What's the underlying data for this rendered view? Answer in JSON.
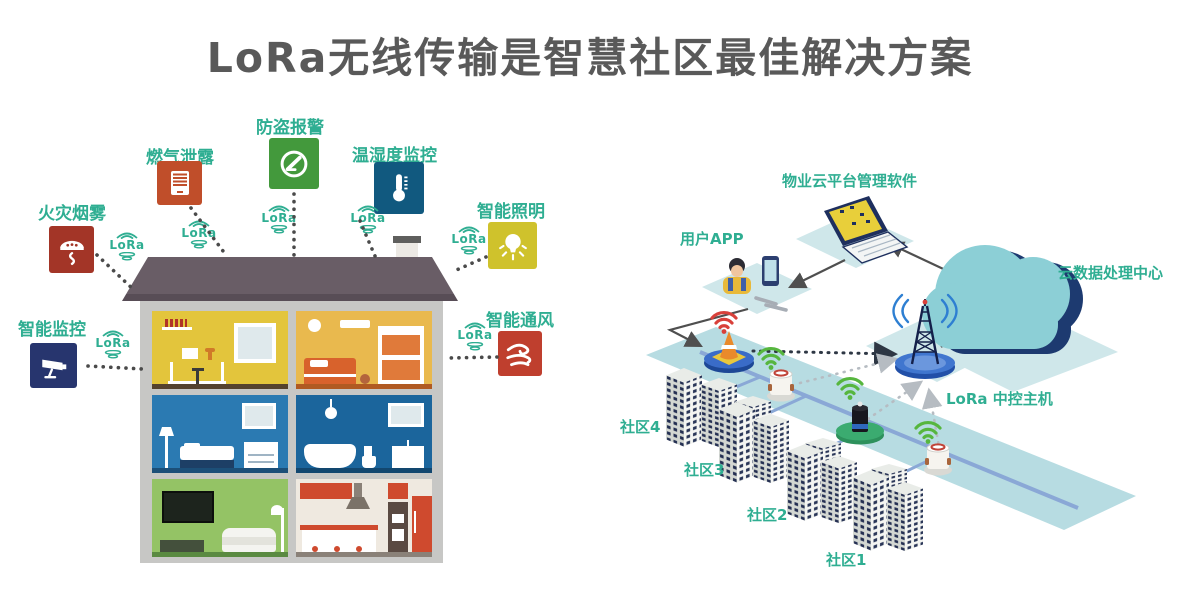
{
  "title": "LoRa无线传输是智慧社区最佳解决方案",
  "lora_badge": "LoRa",
  "palette": {
    "title-color": "#595959",
    "accent": "#2fae92",
    "c-fire": "#a33527",
    "c-gas": "#c04e2a",
    "c-alarm": "#43993c",
    "c-temp": "#11597f",
    "c-light": "#cfc22c",
    "c-cam": "#27356e",
    "c-vent": "#bf3f2e",
    "roof": "#695d66",
    "wall": "#c7c7c5",
    "road": "#b7dce2",
    "platform": "#cfe7ea",
    "cloud": "#8ccfd6",
    "cloud-edge": "#1d3a70",
    "wifi-red": "#d8403a",
    "wifi-green": "#56b63e",
    "wifi-blue": "#2e7fd2",
    "pipe": "#8aa8d6"
  },
  "house": {
    "sensors": [
      {
        "label": "火灾烟雾",
        "icon": "smoke-detector-icon"
      },
      {
        "label": "燃气泄露",
        "icon": "gas-leak-icon"
      },
      {
        "label": "防盗报警",
        "icon": "alarm-gauge-icon"
      },
      {
        "label": "温湿度监控",
        "icon": "thermometer-icon"
      },
      {
        "label": "智能照明",
        "icon": "light-bulb-icon"
      },
      {
        "label": "智能监控",
        "icon": "cctv-camera-icon"
      },
      {
        "label": "智能通风",
        "icon": "ventilation-fan-icon"
      }
    ]
  },
  "network": {
    "nodes": {
      "property_software": "物业云平台管理软件",
      "user_app": "用户APP",
      "cloud_center": "云数据处理中心",
      "lora_host": "LoRa 中控主机"
    },
    "communities": [
      "社区4",
      "社区3",
      "社区2",
      "社区1"
    ]
  }
}
